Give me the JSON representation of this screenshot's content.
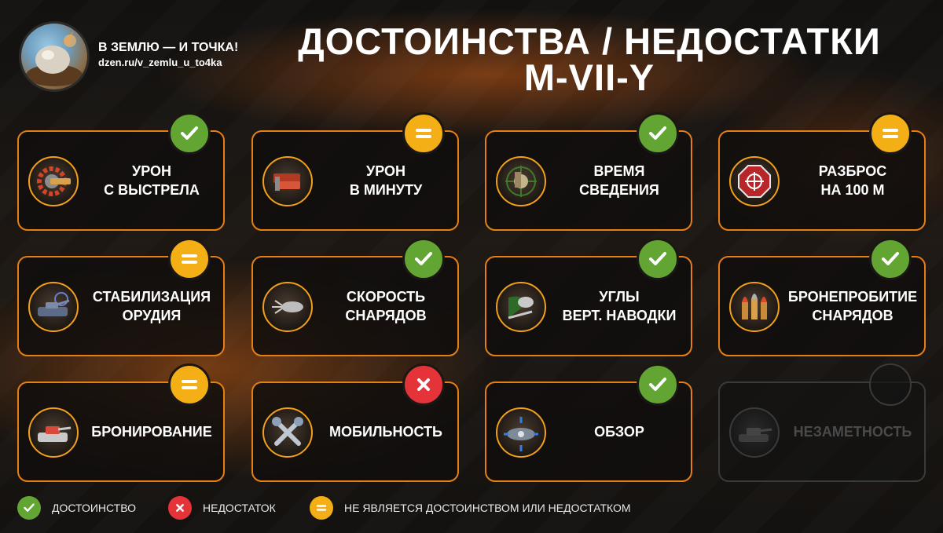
{
  "brand": {
    "name": "В ЗЕМЛЮ — И ТОЧКА!",
    "url": "dzen.ru/v_zemlu_u_to4ka"
  },
  "title": {
    "line1": "ДОСТОИНСТВА / НЕДОСТАТКИ",
    "line2": "M-VII-Y"
  },
  "cards": [
    {
      "label": "УРОН\nС ВЫСТРЕЛА",
      "status": "advantage",
      "icon": "damage-per-shot-icon"
    },
    {
      "label": "УРОН\nВ МИНУТУ",
      "status": "neutral",
      "icon": "damage-per-minute-icon"
    },
    {
      "label": "ВРЕМЯ\nСВЕДЕНИЯ",
      "status": "advantage",
      "icon": "aiming-time-icon"
    },
    {
      "label": "РАЗБРОС\nНА 100 М",
      "status": "neutral",
      "icon": "dispersion-icon"
    },
    {
      "label": "СТАБИЛИЗАЦИЯ\nОРУДИЯ",
      "status": "neutral",
      "icon": "gun-stabilization-icon"
    },
    {
      "label": "СКОРОСТЬ\nСНАРЯДОВ",
      "status": "advantage",
      "icon": "shell-velocity-icon"
    },
    {
      "label": "УГЛЫ\nВЕРТ. НАВОДКИ",
      "status": "advantage",
      "icon": "gun-depression-icon"
    },
    {
      "label": "БРОНЕПРОБИТИЕ\nСНАРЯДОВ",
      "status": "advantage",
      "icon": "penetration-icon"
    },
    {
      "label": "БРОНИРОВАНИЕ",
      "status": "neutral",
      "icon": "armor-icon"
    },
    {
      "label": "МОБИЛЬНОСТЬ",
      "status": "disadvantage",
      "icon": "mobility-icon"
    },
    {
      "label": "ОБЗОР",
      "status": "advantage",
      "icon": "view-range-icon"
    },
    {
      "label": "НЕЗАМЕТНОСТЬ",
      "status": "none",
      "icon": "concealment-icon"
    }
  ],
  "legend": [
    {
      "status": "advantage",
      "text": "ДОСТОИНСТВО"
    },
    {
      "status": "disadvantage",
      "text": "НЕДОСТАТОК"
    },
    {
      "status": "neutral",
      "text": "НЕ ЯВЛЯЕТСЯ ДОСТОИНСТВОМ ИЛИ НЕДОСТАТКОМ"
    }
  ],
  "colors": {
    "advantage": "#63a533",
    "disadvantage": "#e5333a",
    "neutral": "#f4ae16",
    "accent": "#e77e14"
  }
}
